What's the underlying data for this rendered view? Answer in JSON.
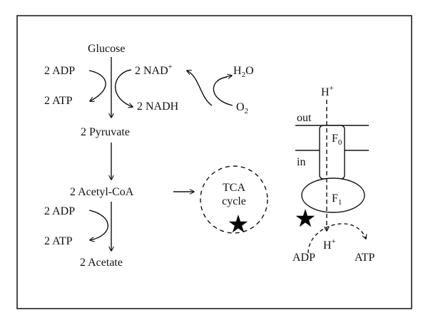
{
  "pathway": {
    "glucose": "Glucose",
    "adp_top": "2 ADP",
    "atp_top": "2 ATP",
    "nad_plus": {
      "base": "2 NAD",
      "sup": "+"
    },
    "nadh": "2 NADH",
    "water": {
      "base": "H",
      "sub": "2",
      "tail": "O"
    },
    "oxygen": {
      "base": "O",
      "sub": "2"
    },
    "pyruvate": "2 Pyruvate",
    "acetyl_coa": "2 Acetyl-CoA",
    "adp_bottom": "2 ADP",
    "atp_bottom": "2 ATP",
    "acetate": "2 Acetate"
  },
  "tca": {
    "line1": "TCA",
    "line2": "cycle",
    "marker_icon": "star-icon"
  },
  "atp_synthase": {
    "proton_top": {
      "base": "H",
      "sup": "+"
    },
    "out_label": "out",
    "in_label": "in",
    "f0": {
      "base": "F",
      "sub": "0"
    },
    "f1": {
      "base": "F",
      "sub": "1"
    },
    "proton_bottom": {
      "base": "H",
      "sup": "+"
    },
    "adp": "ADP",
    "atp": "ATP",
    "marker_icon": "star-icon"
  }
}
